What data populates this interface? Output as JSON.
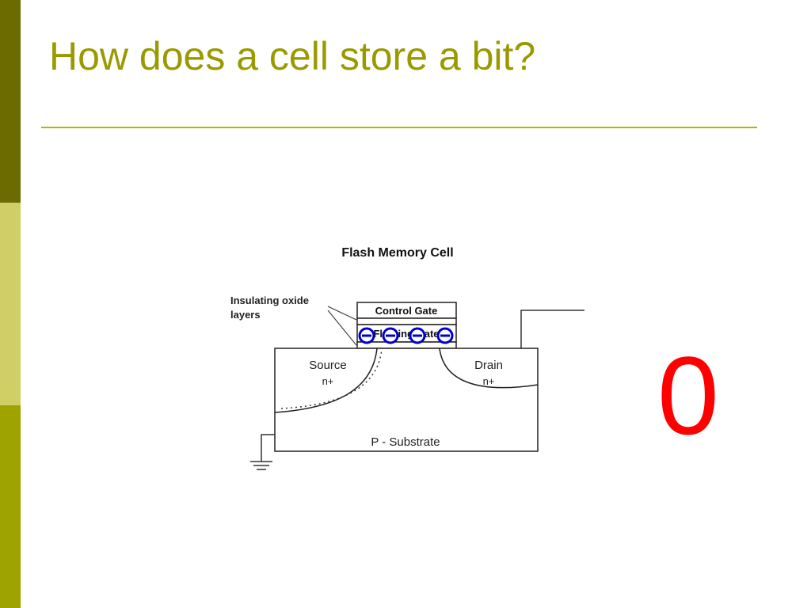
{
  "slide": {
    "title": "How does a cell store a bit?",
    "bit_value": "0"
  },
  "diagram": {
    "heading": "Flash Memory Cell",
    "insulating_label_line1": "Insulating oxide",
    "insulating_label_line2": "layers",
    "control_gate": "Control Gate",
    "floating_gate": "Floating Gate",
    "source": "Source",
    "source_doping": "n+",
    "drain": "Drain",
    "drain_doping": "n+",
    "substrate": "P - Substrate",
    "electron_count": 4
  },
  "colors": {
    "sidebar_dark": "#6b6b00",
    "sidebar_light": "#cfcf66",
    "sidebar_mid": "#9fa300",
    "title": "#9a9a00",
    "electron": "#0000cc",
    "bit": "#ff0000"
  }
}
